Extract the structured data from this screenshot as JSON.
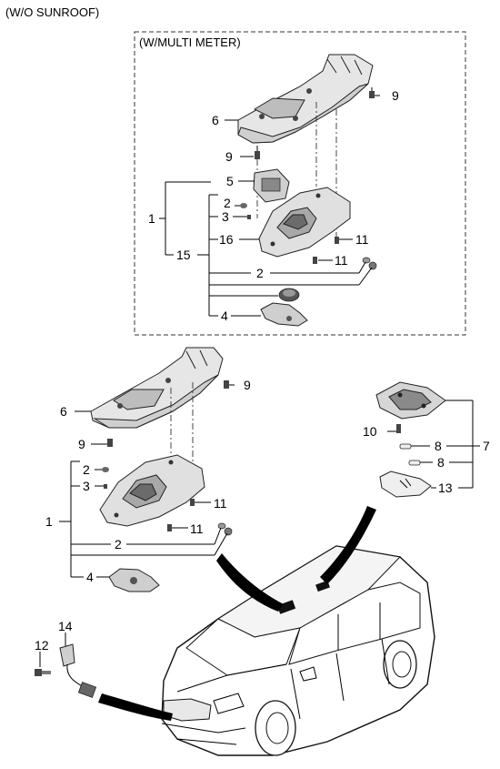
{
  "headings": {
    "wo_sunroof": "(W/O SUNROOF)",
    "w_multi_meter": "(W/MULTI METER)"
  },
  "callouts": {
    "1": "1",
    "2": "2",
    "3": "3",
    "4": "4",
    "5": "5",
    "6": "6",
    "7": "7",
    "8": "8",
    "9": "9",
    "10": "10",
    "11": "11",
    "12": "12",
    "13": "13",
    "14": "14",
    "15": "15",
    "16": "16"
  },
  "colors": {
    "line": "#000000",
    "part_fill": "#d9d9d9",
    "part_dark": "#555555",
    "arrow": "#000000"
  }
}
